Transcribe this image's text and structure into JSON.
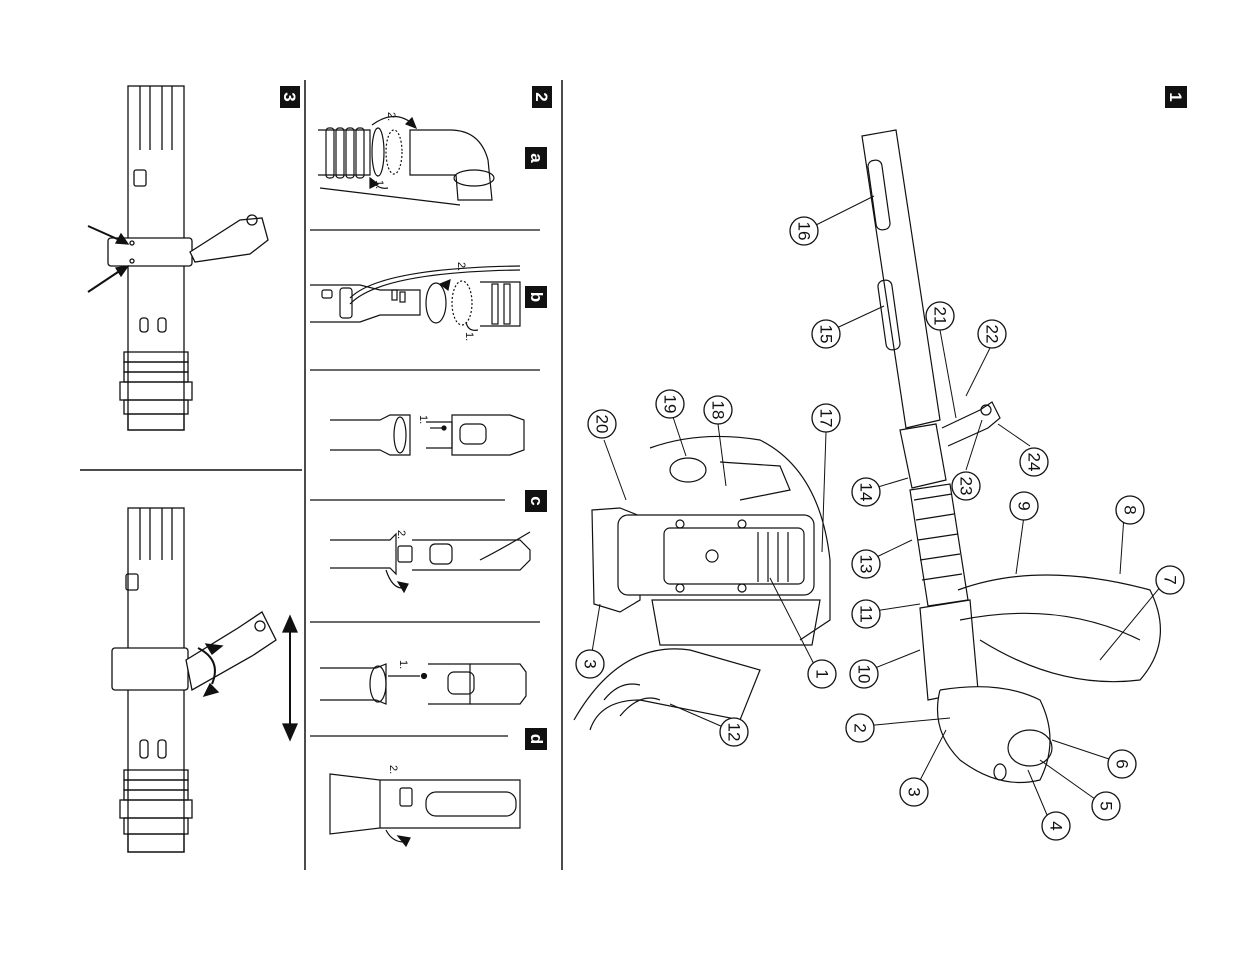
{
  "panels": {
    "panel_1": {
      "badge": "1"
    },
    "panel_2": {
      "badge": "2",
      "sections": [
        {
          "letter": "a",
          "steps": [
            "1.",
            "2."
          ]
        },
        {
          "letter": "b",
          "steps": [
            "1.",
            "2."
          ]
        },
        {
          "letter": "c",
          "steps": [
            "1.",
            "2."
          ]
        },
        {
          "letter": "d",
          "steps": [
            "1.",
            "2."
          ]
        }
      ]
    },
    "panel_3": {
      "badge": "3"
    }
  },
  "callouts": [
    "1",
    "2",
    "3",
    "4",
    "5",
    "6",
    "7",
    "8",
    "9",
    "10",
    "11",
    "12",
    "13",
    "14",
    "15",
    "16",
    "17",
    "18",
    "19",
    "20",
    "21",
    "22",
    "23",
    "24"
  ],
  "callout_repeat_3": "3",
  "callout_repeat_2": "2"
}
